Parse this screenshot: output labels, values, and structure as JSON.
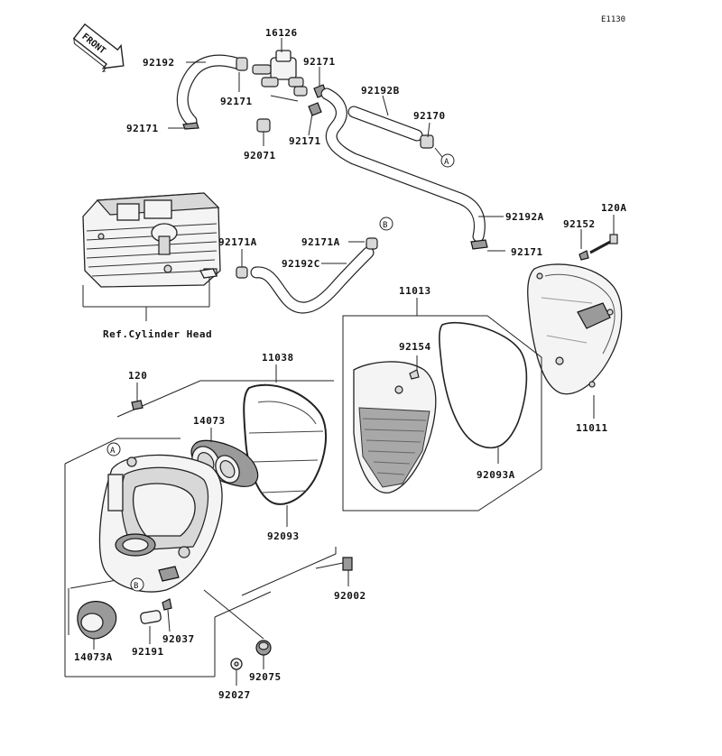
{
  "diagram_code": "E1130",
  "front_label": "FRONT",
  "reference_label": "Ref.Cylinder Head",
  "callouts": {
    "A": "A",
    "B": "B"
  },
  "part_numbers": {
    "p16126": "16126",
    "p92192": "92192",
    "p92171_a": "92171",
    "p92171_b": "92171",
    "p92171_c": "92171",
    "p92171_d": "92171",
    "p92171_e": "92171",
    "p92192b": "92192B",
    "p92170": "92170",
    "p92071": "92071",
    "p92192a": "92192A",
    "p120a": "120A",
    "p92152": "92152",
    "p92171a_1": "92171A",
    "p92171a_2": "92171A",
    "p92192c": "92192C",
    "p11013": "11013",
    "p92154": "92154",
    "p11038": "11038",
    "p120": "120",
    "p14073": "14073",
    "p92093": "92093",
    "p92093a": "92093A",
    "p11011": "11011",
    "p92002": "92002",
    "p92037": "92037",
    "p92191": "92191",
    "p14073a": "14073A",
    "p92075": "92075",
    "p92027": "92027"
  }
}
